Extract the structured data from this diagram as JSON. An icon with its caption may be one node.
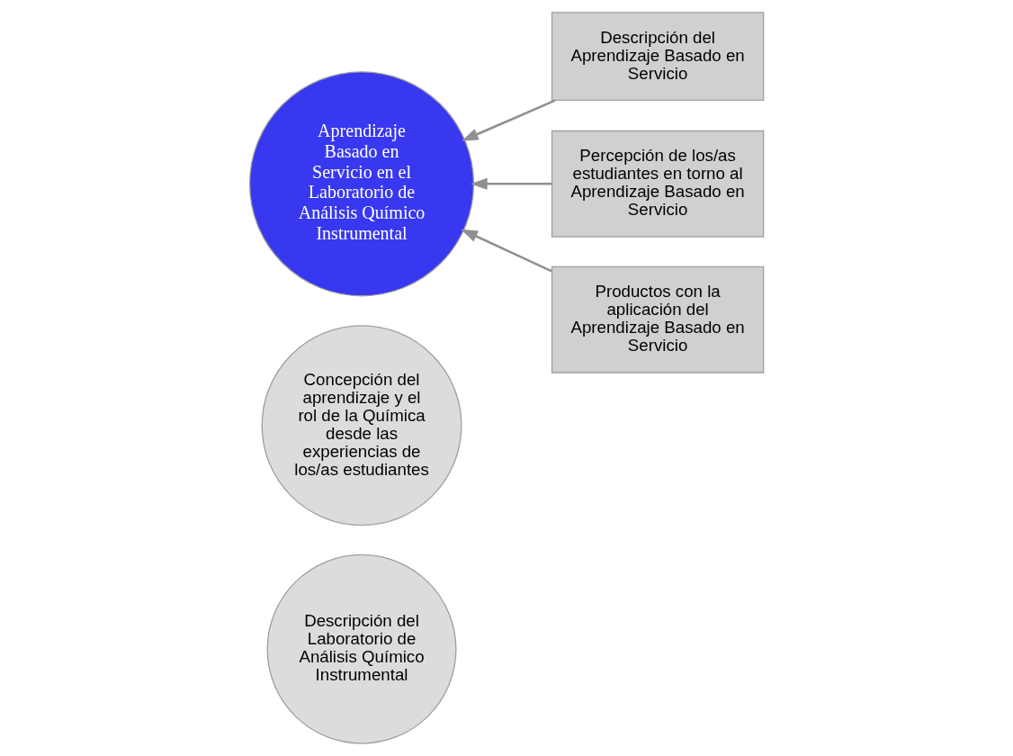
{
  "diagram": {
    "nodes": [
      {
        "text": [
          "Descripción del Laboratorio de Análisis Químico Instrumental"
        ]
      },
      {
        "text": [
          "Concepción del aprendizaje y el rol de la Química desde las experiencias de los/as estudiantes"
        ]
      },
      {
        "text": [
          "Aprendizaje Basado en Servicio en el Laboratorio de Análisis Químico Instrumental"
        ]
      },
      {
        "text": [
          "Descripción del Aprendizaje Basado en Servicio"
        ]
      },
      {
        "text": [
          "Percepción de los/as estudiantes en torno al Aprendizaje Basado en Servicio"
        ]
      },
      {
        "text": [
          "Productos con la aplicación del Aprendizaje Basado en Servicio"
        ]
      }
    ],
    "edges": [
      {
        "from": 3,
        "to": 2,
        "arrow": "to"
      },
      {
        "from": 4,
        "to": 2,
        "arrow": "to"
      },
      {
        "from": 5,
        "to": 2,
        "arrow": "to"
      }
    ]
  }
}
